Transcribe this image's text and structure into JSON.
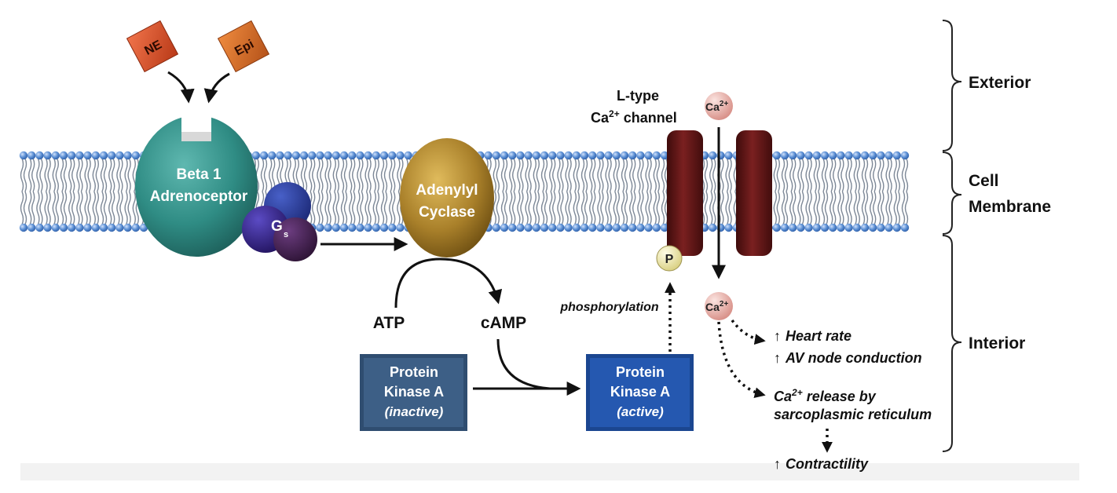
{
  "ligands": {
    "ne": "NE",
    "epi": "Epi"
  },
  "receptor": {
    "line1": "Beta 1",
    "line2": "Adrenoceptor"
  },
  "g_protein": {
    "label": "G",
    "subscript": "s"
  },
  "adenylyl_cyclase": {
    "line1": "Adenylyl",
    "line2": "Cyclase"
  },
  "atp": "ATP",
  "camp": "cAMP",
  "pka_inactive": {
    "line1": "Protein",
    "line2": "Kinase A",
    "state": "(inactive)"
  },
  "pka_active": {
    "line1": "Protein",
    "line2": "Kinase A",
    "state": "(active)"
  },
  "phosphorylation": "phosphorylation",
  "phosphate": "P",
  "channel_label": {
    "line1": "L-type",
    "ca": "Ca",
    "charge": "2+",
    "rest": " channel"
  },
  "calcium_ion": {
    "symbol": "Ca",
    "charge": "2+"
  },
  "effects": {
    "heart_rate": "Heart rate",
    "av_node": "AV node conduction",
    "ca_release_ca": "Ca",
    "ca_release_charge": "2+",
    "ca_release_line1": " release by",
    "ca_release_line2": "sarcoplasmic reticulum",
    "contractility": "Contractility",
    "up_arrow": "↑"
  },
  "regions": {
    "exterior": "Exterior",
    "membrane_line1": "Cell",
    "membrane_line2": "Membrane",
    "interior": "Interior"
  },
  "colors": {
    "receptor": "#2f8c84",
    "g_protein": "#2a1e6e",
    "cyclase": "#a9802a",
    "pka_inactive": "#3a5a80",
    "pka_active": "#2253a6",
    "channel": "#5e1414",
    "ne": "#e0552a",
    "epi": "#d96a24",
    "calcium": "#e9b0aa",
    "phosphate": "#f3eeb0",
    "lipid_head": "#5b8fd4"
  }
}
